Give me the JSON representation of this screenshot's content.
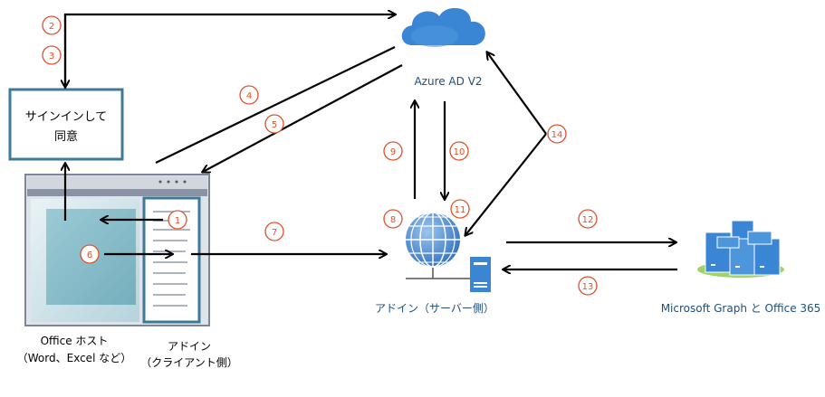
{
  "nodes": {
    "azure": "Azure AD V2",
    "signin_line1": "サインインして",
    "signin_line2": "同意",
    "office_host_line1": "Office ホスト",
    "office_host_line2": "（Word、Excel など）",
    "addin_client_line1": "アドイン",
    "addin_client_line2": "（クライアント側）",
    "addin_server": "アドイン（サーバー側）",
    "graph": "Microsoft Graph と Office 365"
  },
  "steps": [
    "1",
    "2",
    "3",
    "4",
    "5",
    "6",
    "7",
    "8",
    "9",
    "10",
    "11",
    "12",
    "13",
    "14"
  ],
  "colors": {
    "step_circle": "#e0502a",
    "arrow": "#000000",
    "box_border": "#3d7a99",
    "label_blue": "#1f4e79",
    "cloud": "#3a86d4",
    "globe": "#2f6fbf",
    "server": "#3a86d4"
  }
}
